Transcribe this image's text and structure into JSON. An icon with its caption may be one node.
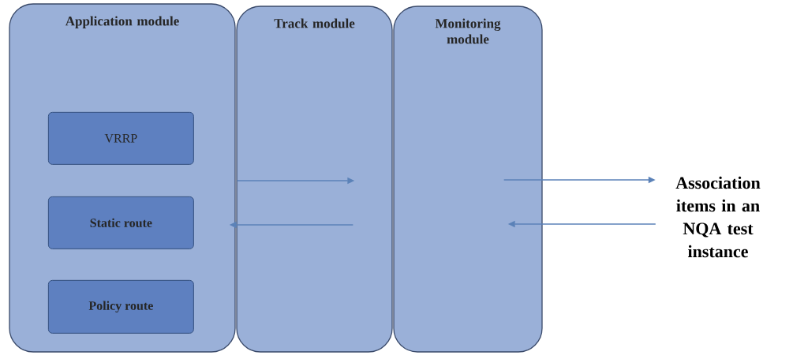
{
  "diagram": {
    "nodes": [
      {
        "text": [
          "Application module"
        ]
      },
      {
        "text": [
          "VRRP"
        ],
        "in": 0
      },
      {
        "text": [
          "Static route"
        ],
        "in": 0
      },
      {
        "text": [
          "Policy route"
        ],
        "in": 0
      },
      {
        "text": [
          "Track module"
        ]
      },
      {
        "text": [
          "Monitoring module"
        ]
      },
      {
        "text": [
          "Association items in an NQA test instance"
        ]
      }
    ],
    "edges": [
      {
        "from": 0,
        "to": 4,
        "arrow": "to"
      },
      {
        "from": 4,
        "to": 0,
        "arrow": "to"
      },
      {
        "from": 5,
        "to": 6,
        "arrow": "to"
      },
      {
        "from": 6,
        "to": 5,
        "arrow": "to"
      }
    ]
  }
}
